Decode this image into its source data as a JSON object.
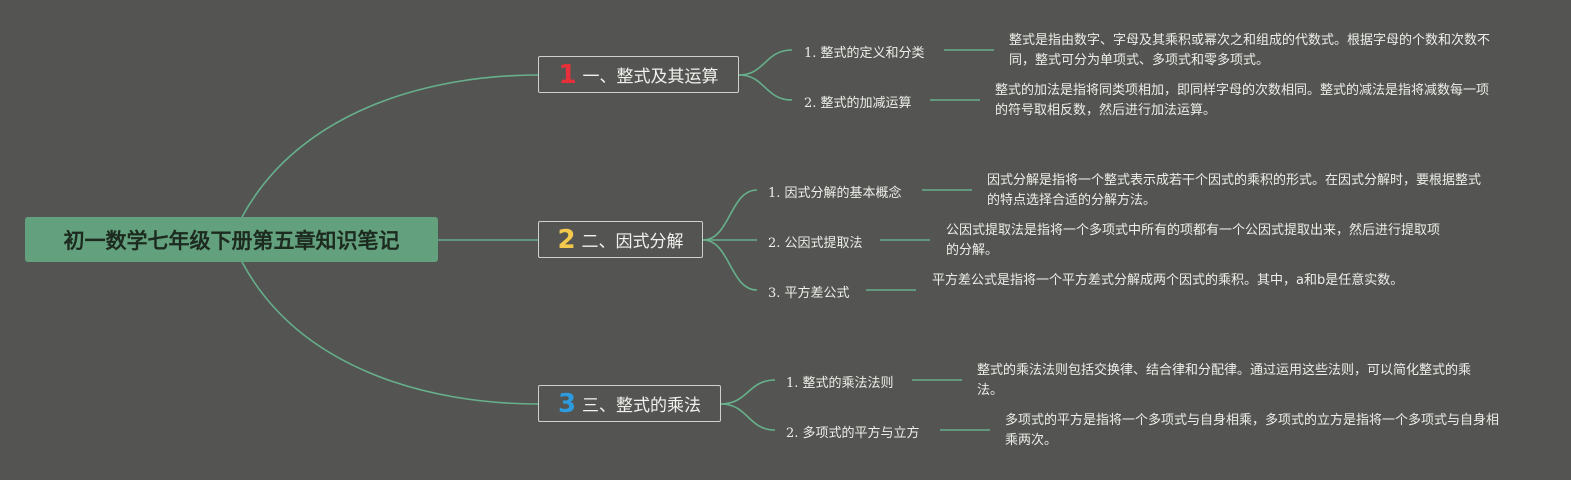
{
  "root": {
    "title": "初一数学七年级下册第五章知识笔记"
  },
  "colors": {
    "background": "#545552",
    "root_fill": "#63a07d",
    "connector": "#67b08c",
    "num1": "#e8303a",
    "num2": "#f2c94c",
    "num3": "#2d9be0"
  },
  "topics": [
    {
      "num": "1",
      "label": "一、整式及其运算",
      "subs": [
        {
          "label": "1. 整式的定义和分类",
          "desc": "整式是指由数字、字母及其乘积或幂次之和组成的代数式。根据字母的个数和次数不同，整式可分为单项式、多项式和零多项式。"
        },
        {
          "label": "2. 整式的加减运算",
          "desc": "整式的加法是指将同类项相加，即同样字母的次数相同。整式的减法是指将减数每一项的符号取相反数，然后进行加法运算。"
        }
      ]
    },
    {
      "num": "2",
      "label": "二、因式分解",
      "subs": [
        {
          "label": "1. 因式分解的基本概念",
          "desc": "因式分解是指将一个整式表示成若干个因式的乘积的形式。在因式分解时，要根据整式的特点选择合适的分解方法。"
        },
        {
          "label": "2. 公因式提取法",
          "desc": "公因式提取法是指将一个多项式中所有的项都有一个公因式提取出来，然后进行提取项的分解。"
        },
        {
          "label": "3. 平方差公式",
          "desc": "平方差公式是指将一个平方差式分解成两个因式的乘积。其中，a和b是任意实数。"
        }
      ]
    },
    {
      "num": "3",
      "label": "三、整式的乘法",
      "subs": [
        {
          "label": "1. 整式的乘法法则",
          "desc": "整式的乘法法则包括交换律、结合律和分配律。通过运用这些法则，可以简化整式的乘法。"
        },
        {
          "label": "2. 多项式的平方与立方",
          "desc": "多项式的平方是指将一个多项式与自身相乘，多项式的立方是指将一个多项式与自身相乘两次。"
        }
      ]
    }
  ]
}
